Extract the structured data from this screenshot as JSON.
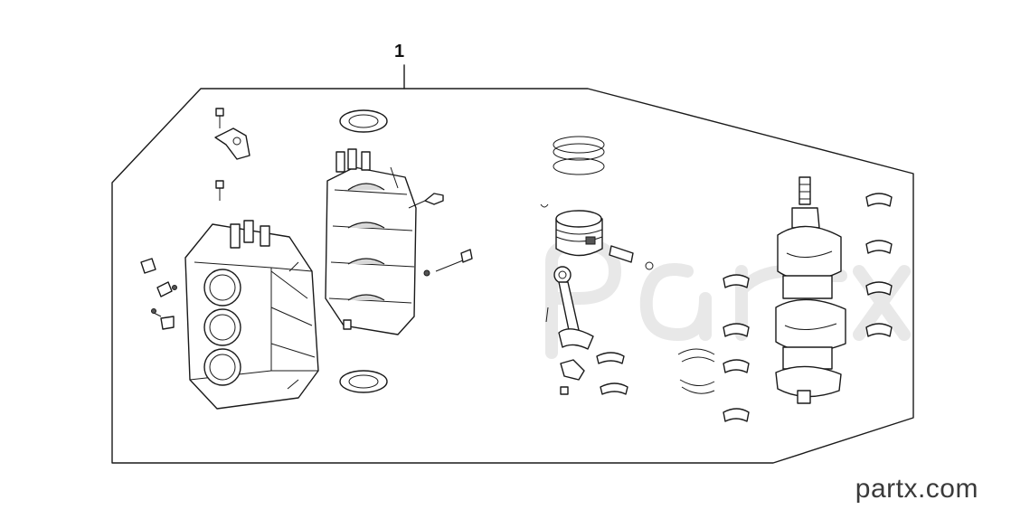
{
  "diagram": {
    "callout_label": "1",
    "watermark": "partx.com"
  },
  "colors": {
    "line": "#1a1a1a",
    "background": "#ffffff",
    "watermark_faint": "#e8e8e8"
  },
  "icons": {
    "logo": "partx-logo"
  }
}
